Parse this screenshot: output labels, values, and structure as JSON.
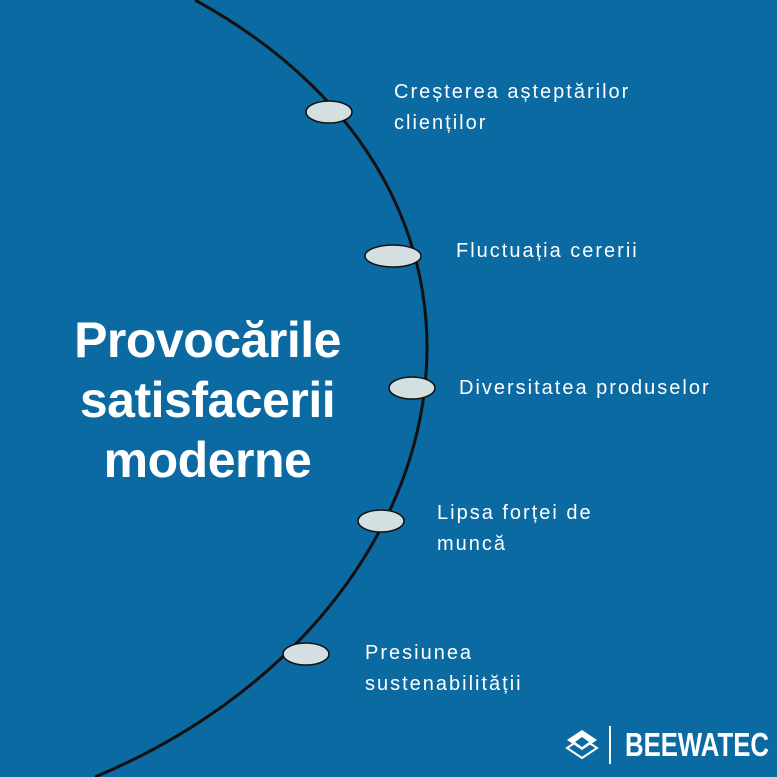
{
  "title_lines": [
    "Provocările",
    "satisfacerii",
    "moderne"
  ],
  "items": [
    {
      "lines": [
        "Creșterea așteptărilor",
        "clienților"
      ]
    },
    {
      "lines": [
        "Fluctuația cererii"
      ]
    },
    {
      "lines": [
        "Diversitatea produselor"
      ]
    },
    {
      "lines": [
        "Lipsa forței de",
        "muncă"
      ]
    },
    {
      "lines": [
        "Presiunea",
        "sustenabilității"
      ]
    }
  ],
  "logo": {
    "text": "BEEWATEC",
    "icon": "beewatec-logo-icon"
  },
  "colors": {
    "background": "#0b6aa2",
    "node_fill": "#d3dfe0",
    "arc": "#111111",
    "text": "#ffffff"
  }
}
